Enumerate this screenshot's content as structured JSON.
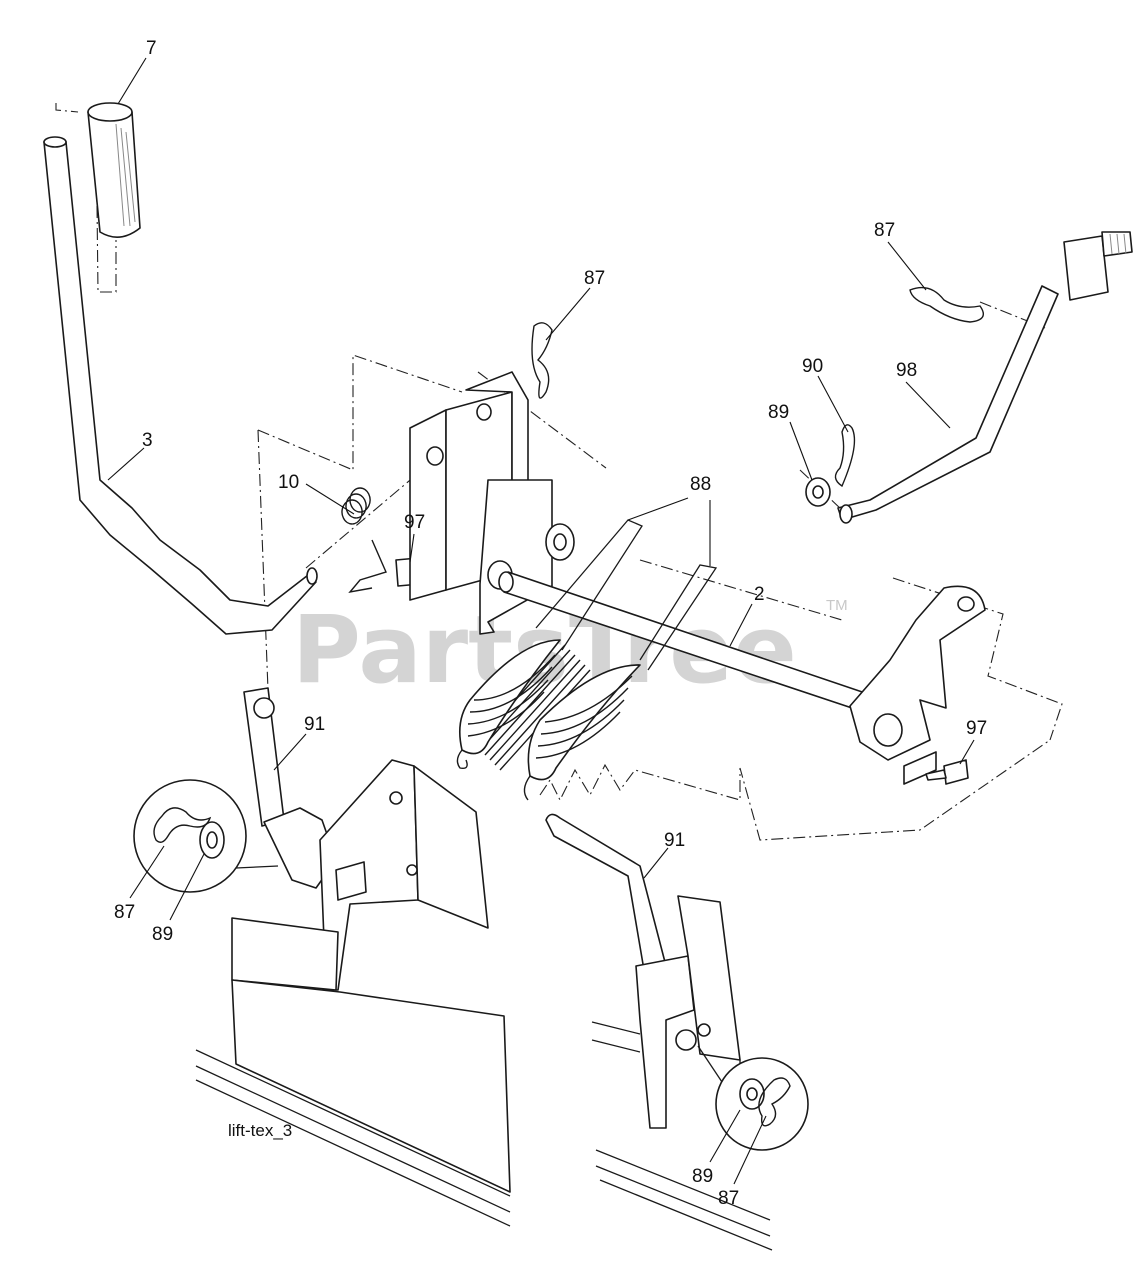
{
  "watermark": {
    "text": "PartsTree",
    "mark": "TM"
  },
  "caption": "lift-tex_3",
  "callouts": [
    {
      "id": "c7",
      "label": "7"
    },
    {
      "id": "c3",
      "label": "3"
    },
    {
      "id": "c10",
      "label": "10"
    },
    {
      "id": "c97a",
      "label": "97"
    },
    {
      "id": "c87a",
      "label": "87"
    },
    {
      "id": "c88",
      "label": "88"
    },
    {
      "id": "c2",
      "label": "2"
    },
    {
      "id": "c87b",
      "label": "87"
    },
    {
      "id": "c90",
      "label": "90"
    },
    {
      "id": "c98",
      "label": "98"
    },
    {
      "id": "c89a",
      "label": "89"
    },
    {
      "id": "c97b",
      "label": "97"
    },
    {
      "id": "c91a",
      "label": "91"
    },
    {
      "id": "c87c",
      "label": "87"
    },
    {
      "id": "c89b",
      "label": "89"
    },
    {
      "id": "c91b",
      "label": "91"
    },
    {
      "id": "c89c",
      "label": "89"
    },
    {
      "id": "c87d",
      "label": "87"
    }
  ]
}
